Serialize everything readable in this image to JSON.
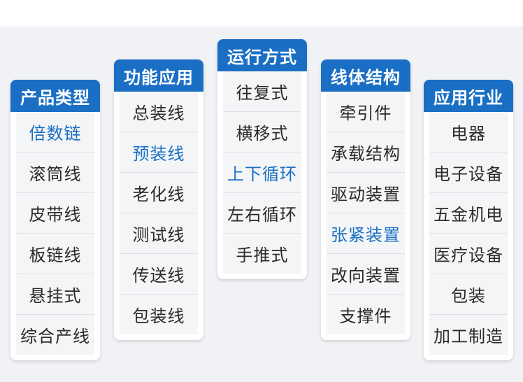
{
  "colors": {
    "header_bg": "#1a6fc4",
    "highlight_text": "#1a6fc4",
    "text": "#2a2a2a"
  },
  "columns": [
    {
      "title": "产品类型",
      "items": [
        "倍数链",
        "滚筒线",
        "皮带线",
        "板链线",
        "悬挂式",
        "综合产线"
      ],
      "highlight_index": 0
    },
    {
      "title": "功能应用",
      "items": [
        "总装线",
        "预装线",
        "老化线",
        "测试线",
        "传送线",
        "包装线"
      ],
      "highlight_index": 1
    },
    {
      "title": "运行方式",
      "items": [
        "往复式",
        "横移式",
        "上下循环",
        "左右循环",
        "手推式"
      ],
      "highlight_index": 2
    },
    {
      "title": "线体结构",
      "items": [
        "牵引件",
        "承载结构",
        "驱动装置",
        "张紧装置",
        "改向装置",
        "支撑件"
      ],
      "highlight_index": 3
    },
    {
      "title": "应用行业",
      "items": [
        "电器",
        "电子设备",
        "五金机电",
        "医疗设备",
        "包装",
        "加工制造"
      ],
      "highlight_index": -1
    }
  ]
}
